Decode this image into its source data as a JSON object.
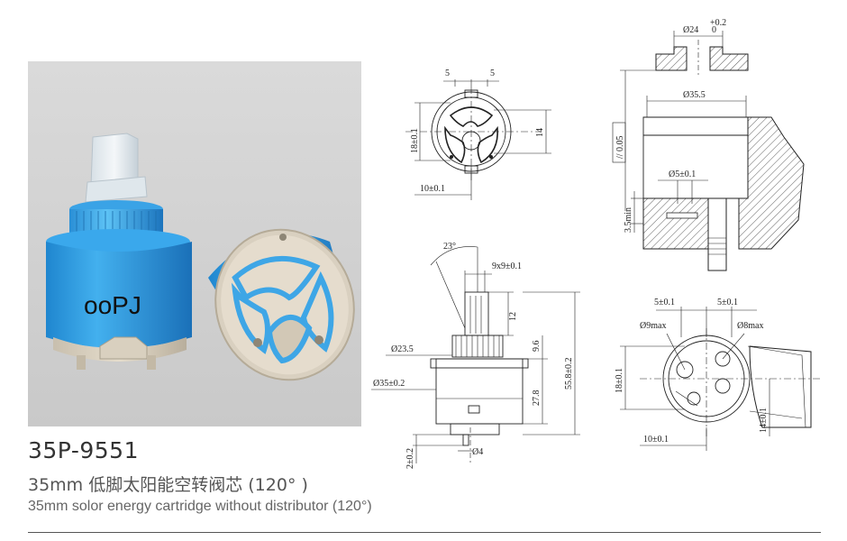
{
  "product": {
    "model": "35P-9551",
    "brand_label": "ooPJ",
    "description_cn": "35mm 低脚太阳能空转阀芯 (120° )",
    "description_en": "35mm solor energy cartridge without distributor (120°)"
  },
  "drawings": {
    "top_view": {
      "dim_top_left": "5",
      "dim_top_right": "5",
      "dim_left": "18±0.1",
      "dim_right": "14",
      "dim_bottom": "10±0.1"
    },
    "section_view": {
      "dim_top_dia": "Ø24",
      "dim_top_tol_upper": "+0.2",
      "dim_top_tol_lower": "0",
      "dim_dia": "Ø35.5",
      "dim_flatness": "// 0.05",
      "dim_hole": "Ø5±0.1",
      "dim_min": "3.5min"
    },
    "side_view": {
      "dim_angle": "23°",
      "dim_stem": "9x9±0.1",
      "dim_stem_height": "12",
      "dim_spline_dia": "Ø23.5",
      "dim_body_dia": "Ø35±0.2",
      "dim_total_height": "55.8±0.2",
      "dim_upper": "9.6",
      "dim_body_height": "27.8",
      "dim_pin_dia": "Ø4",
      "dim_foot": "2±0.2"
    },
    "bottom_view": {
      "dim_left_offset": "5±0.1",
      "dim_right_offset": "5±0.1",
      "dim_hole_left": "Ø9max",
      "dim_hole_right": "Ø8max",
      "dim_left": "18±0.1",
      "dim_right": "14±0.1",
      "dim_bottom": "10±0.1"
    }
  },
  "colors": {
    "cartridge_blue": "#2e9be0",
    "cartridge_blue_dark": "#1a78c2",
    "stem_color": "#e8eef2",
    "base_color": "#d8cfbf",
    "photo_background": "#d6d6d6"
  }
}
